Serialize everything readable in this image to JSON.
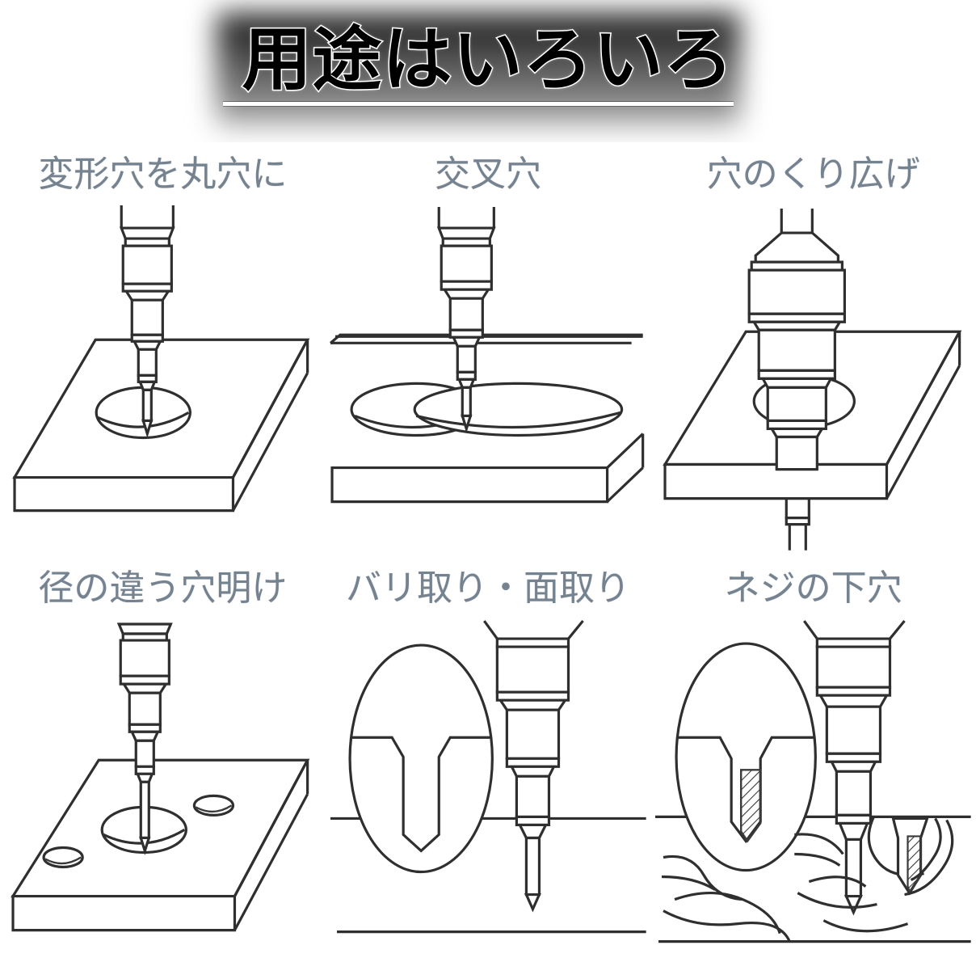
{
  "banner": {
    "title": "用途はいろいろ",
    "underline": true,
    "text_color": "#000000",
    "outline_color": "#ffffff",
    "gradient_from": "#171717",
    "gradient_to": "#d2d2d2"
  },
  "page": {
    "background": "#ffffff",
    "label_color": "#75828f",
    "line_color": "#2f2f2f",
    "columns": 3,
    "rows": 2
  },
  "panels": [
    {
      "id": "deform-hole-to-round",
      "label": "変形穴を丸穴に",
      "art": "step-drill-on-isometric-plate",
      "description_icon": "step-drill-icon"
    },
    {
      "id": "crossing-hole",
      "label": "交叉穴",
      "art": "step-drill-on-plate-with-overlapping-holes",
      "description_icon": "step-drill-icon"
    },
    {
      "id": "hole-enlarging",
      "label": "穴のくり広げ",
      "art": "inverted-step-drill-through-plate",
      "description_icon": "step-drill-icon"
    },
    {
      "id": "different-diameter-holes",
      "label": "径の違う穴明け",
      "art": "step-drill-on-plate-with-three-holes",
      "description_icon": "step-drill-icon"
    },
    {
      "id": "deburring-chamfering",
      "label": "バリ取り・面取り",
      "art": "magnified-chamfered-hole-section-and-drill",
      "description_icon": "magnifier-icon"
    },
    {
      "id": "screw-pilot-hole",
      "label": "ネジの下穴",
      "art": "magnified-screw-pilot-hole-in-wood-and-drill",
      "description_icon": "magnifier-icon"
    }
  ]
}
